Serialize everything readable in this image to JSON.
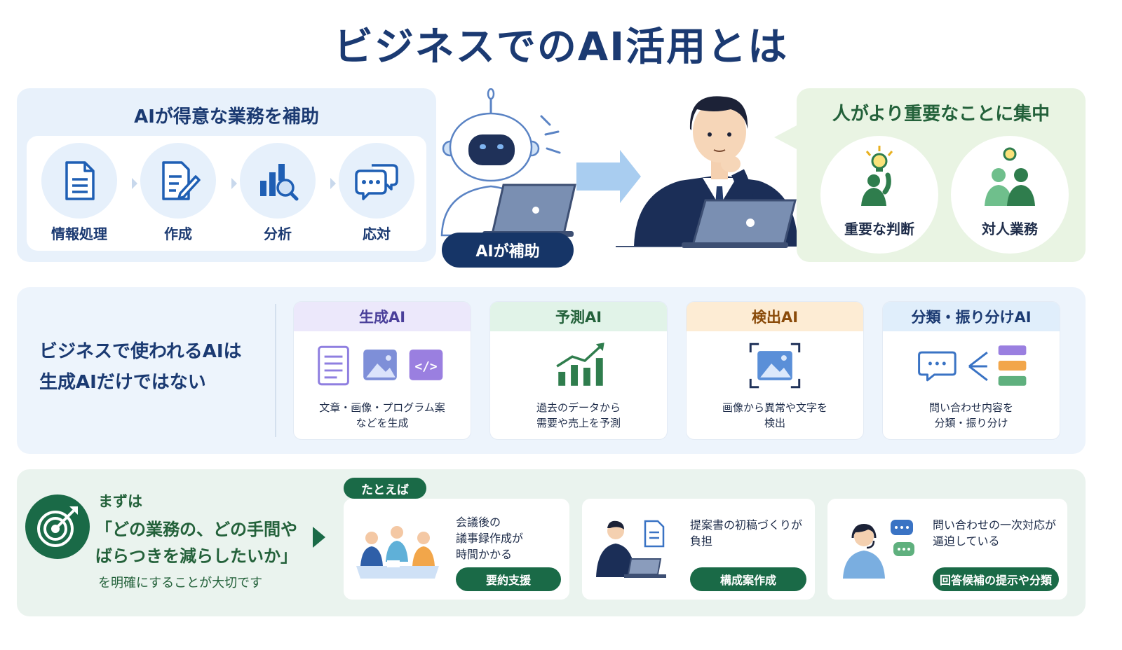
{
  "title": "ビジネスでのAI活用とは",
  "assist": {
    "title": "AIが得意な業務を補助",
    "tasks": [
      {
        "label": "情報処理",
        "icon": "document-icon"
      },
      {
        "label": "作成",
        "icon": "edit-document-icon"
      },
      {
        "label": "分析",
        "icon": "chart-magnifier-icon"
      },
      {
        "label": "応対",
        "icon": "chat-bubbles-icon"
      }
    ]
  },
  "center": {
    "robot_label": "AIが補助",
    "robot_icon": "robot-with-laptop-icon",
    "person_icon": "businessman-with-laptop-icon"
  },
  "focus": {
    "title": "人がより重要なことに集中",
    "items": [
      {
        "label": "重要な判断",
        "icon": "person-lightbulb-icon"
      },
      {
        "label": "対人業務",
        "icon": "two-people-icon"
      }
    ]
  },
  "ai_types": {
    "intro_line1": "ビジネスで使われるAIは",
    "intro_line2": "生成AIだけではない",
    "cards": [
      {
        "title": "生成AI",
        "desc1": "文章・画像・プログラム案",
        "desc2": "などを生成",
        "head_color": "#ece8fb",
        "title_color": "#4a3f9a"
      },
      {
        "title": "予測AI",
        "desc1": "過去のデータから",
        "desc2": "需要や売上を予測",
        "head_color": "#e1f3e8",
        "title_color": "#23613a"
      },
      {
        "title": "検出AI",
        "desc1": "画像から異常や文字を",
        "desc2": "検出",
        "head_color": "#fdecd4",
        "title_color": "#8a4b0a"
      },
      {
        "title": "分類・振り分けAI",
        "desc1": "問い合わせ内容を",
        "desc2": "分類・振り分け",
        "head_color": "#e0eefb",
        "title_color": "#1b3a72"
      }
    ]
  },
  "start": {
    "line1": "まずは",
    "line2": "「どの業務の、どの手間や",
    "line3": "ばらつきを減らしたいか」",
    "line4": "を明確にすることが大切です",
    "icon": "target-icon",
    "examples_label": "たとえば",
    "examples": [
      {
        "text1": "会議後の",
        "text2": "議事録作成が",
        "text3": "時間かかる",
        "button": "要約支援"
      },
      {
        "text1": "提案書の初稿づくりが",
        "text2": "負担",
        "button": "構成案作成"
      },
      {
        "text1": "問い合わせの一次対応が",
        "text2": "逼迫している",
        "button": "回答候補の提示や分類"
      }
    ]
  }
}
